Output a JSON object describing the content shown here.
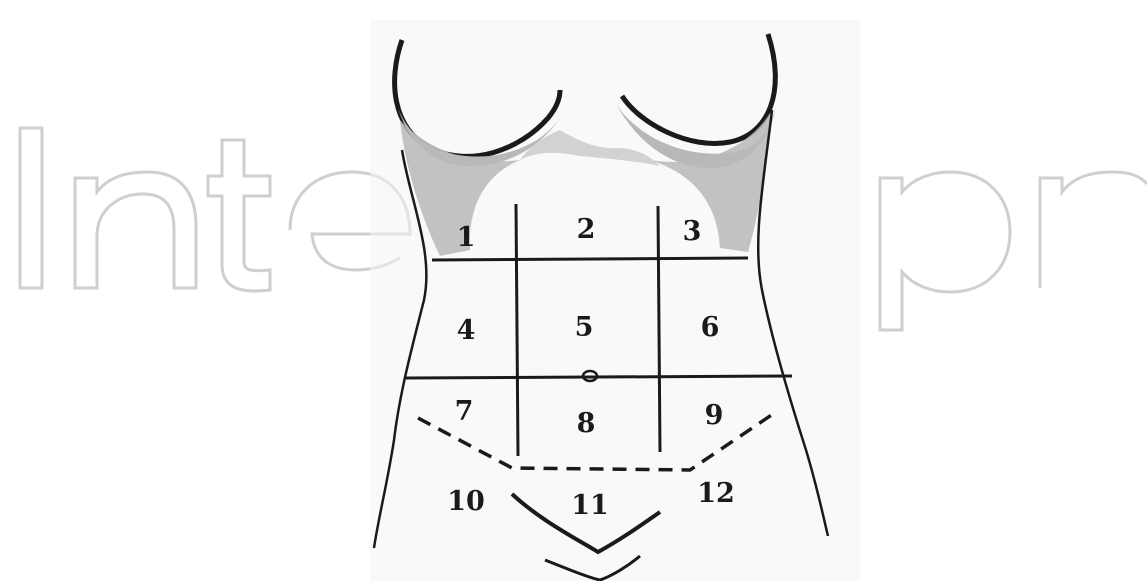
{
  "watermark": {
    "text": "IntechOpen",
    "color": "#cfcfcf"
  },
  "diagram": {
    "colors": {
      "ink": "#1a1a1a",
      "shade": "#b8b8b8",
      "skin": "#f1f1f1"
    },
    "regions": [
      {
        "number": "1"
      },
      {
        "number": "2"
      },
      {
        "number": "3"
      },
      {
        "number": "4"
      },
      {
        "number": "5"
      },
      {
        "number": "6"
      },
      {
        "number": "7"
      },
      {
        "number": "8"
      },
      {
        "number": "9"
      },
      {
        "number": "10"
      },
      {
        "number": "11"
      },
      {
        "number": "12"
      }
    ]
  }
}
